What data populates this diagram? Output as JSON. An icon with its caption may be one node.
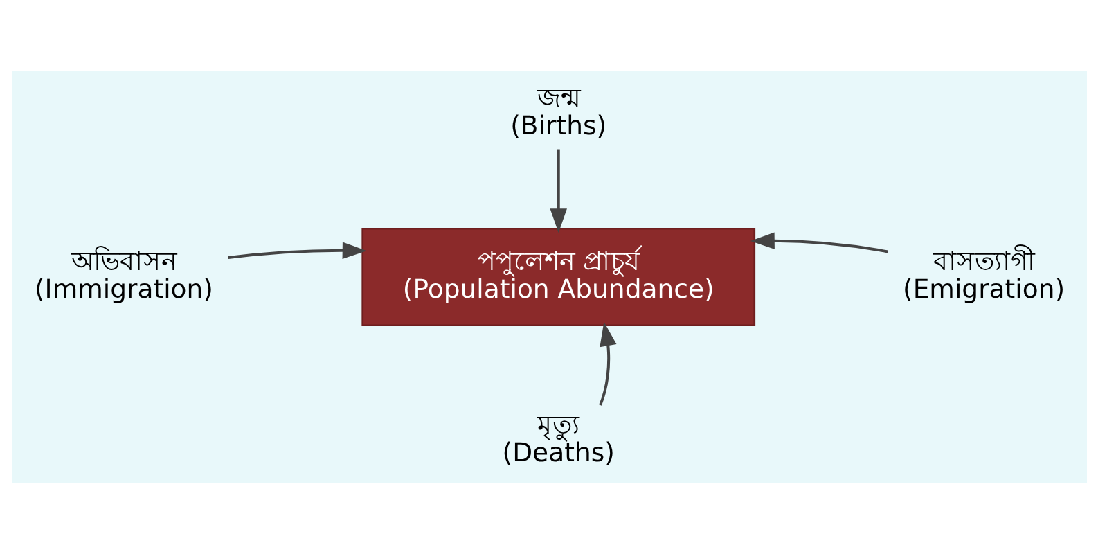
{
  "diagram": {
    "nodes": [
      {
        "text": [
          "জন্ম",
          "(Births)"
        ]
      },
      {
        "text": [
          "অভিবাসন",
          "(Immigration)"
        ]
      },
      {
        "text": [
          "পপুলেশন প্রাচুর্য",
          "(Population Abundance)"
        ]
      },
      {
        "text": [
          "বাসত্যাগী",
          "(Emigration)"
        ]
      },
      {
        "text": [
          "মৃত্যু",
          "(Deaths)"
        ]
      }
    ],
    "edges": [
      {
        "from": 0,
        "to": 2,
        "arrow": "to"
      },
      {
        "from": 1,
        "to": 2,
        "arrow": "to"
      },
      {
        "from": 3,
        "to": 2,
        "arrow": "to"
      },
      {
        "from": 4,
        "to": 2,
        "arrow": "to"
      }
    ]
  }
}
